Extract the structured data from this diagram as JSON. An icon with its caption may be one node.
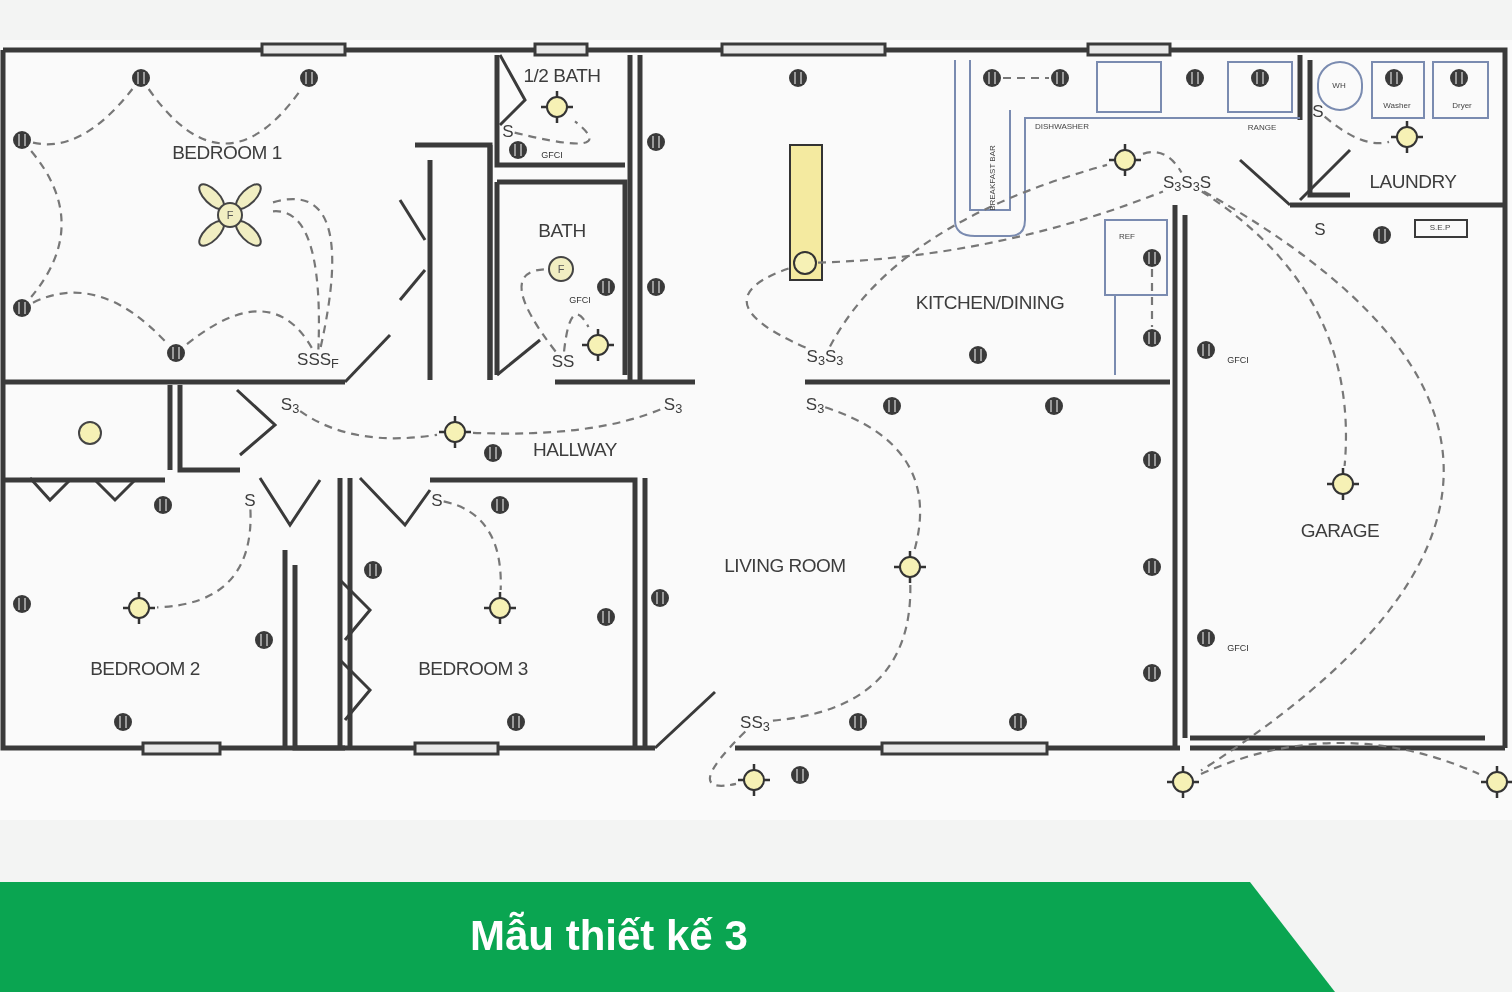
{
  "diagram": {
    "caption": "Mẫu thiết kế 3",
    "nodes": [
      {
        "text": [],
        "shape": "circle"
      },
      {
        "text": [],
        "shape": "circle"
      },
      {
        "text": [],
        "shape": "circle"
      },
      {
        "text": [
          "S"
        ]
      },
      {
        "text": [],
        "shape": "circle"
      },
      {
        "text": [
          "F"
        ]
      },
      {
        "text": [
          "F"
        ]
      },
      {
        "text": [],
        "shape": "circle"
      },
      {
        "text": [],
        "shape": "circle"
      },
      {
        "text": [
          "SSS$_{F}$"
        ]
      },
      {
        "text": [],
        "shape": "circle"
      },
      {
        "text": [
          "SS"
        ]
      },
      {
        "text": [
          "S$_{3}$"
        ]
      },
      {
        "text": [],
        "shape": "circle"
      },
      {
        "text": [
          "S$_{3}$"
        ]
      },
      {
        "text": [
          "S"
        ]
      },
      {
        "text": [
          "S"
        ]
      },
      {
        "text": [],
        "shape": "circle"
      },
      {
        "text": [],
        "shape": "circle"
      },
      {
        "text": [],
        "shape": "circle"
      },
      {
        "text": [],
        "shape": "circle"
      },
      {
        "text": [],
        "shape": "circle"
      },
      {
        "text": [
          "S"
        ]
      },
      {
        "text": [],
        "shape": "circle"
      },
      {
        "text": [
          "S$_{3}$S$_{3}$S"
        ]
      },
      {
        "text": [],
        "shape": "circle"
      },
      {
        "text": [],
        "shape": "circle"
      },
      {
        "text": [],
        "shape": "circle"
      },
      {
        "text": [
          "S$_{3}$S$_{3}$"
        ]
      },
      {
        "text": [
          "S$_{3}$"
        ]
      },
      {
        "text": [],
        "shape": "circle"
      },
      {
        "text": [],
        "shape": "circle"
      },
      {
        "text": [
          "SS$_{3}$"
        ]
      },
      {
        "text": [],
        "shape": "circle"
      },
      {
        "text": [],
        "shape": "circle"
      },
      {
        "text": [],
        "shape": "circle"
      }
    ],
    "edges": [
      {
        "from": 4,
        "to": 0,
        "arrow": "none",
        "style": "dashed"
      },
      {
        "from": 0,
        "to": 1,
        "arrow": "none",
        "style": "dashed"
      },
      {
        "from": 4,
        "to": 7,
        "arrow": "none",
        "style": "dashed"
      },
      {
        "from": 7,
        "to": 8,
        "arrow": "none",
        "style": "dashed"
      },
      {
        "from": 8,
        "to": 9,
        "arrow": "none",
        "style": "dashed"
      },
      {
        "from": 5,
        "to": 9,
        "arrow": "none",
        "style": "dashed"
      },
      {
        "from": 5,
        "to": 9,
        "arrow": "none",
        "style": "dashed"
      },
      {
        "from": 3,
        "to": 2,
        "arrow": "none",
        "style": "dashed"
      },
      {
        "from": 11,
        "to": 6,
        "arrow": "none",
        "style": "dashed"
      },
      {
        "from": 11,
        "to": 10,
        "arrow": "none",
        "style": "dashed"
      },
      {
        "from": 12,
        "to": 13,
        "arrow": "none",
        "style": "dashed"
      },
      {
        "from": 13,
        "to": 14,
        "arrow": "none",
        "style": "dashed"
      },
      {
        "from": 15,
        "to": 17,
        "arrow": "none",
        "style": "dashed"
      },
      {
        "from": 16,
        "to": 18,
        "arrow": "none",
        "style": "dashed"
      },
      {
        "from": 19,
        "to": 20,
        "arrow": "none",
        "style": "dashed"
      },
      {
        "from": 22,
        "to": 21,
        "arrow": "none",
        "style": "dashed"
      },
      {
        "from": 28,
        "to": 25,
        "arrow": "none",
        "style": "dashed"
      },
      {
        "from": 28,
        "to": 23,
        "arrow": "none",
        "style": "dashed"
      },
      {
        "from": 25,
        "to": 24,
        "arrow": "none",
        "style": "dashed"
      },
      {
        "from": 23,
        "to": 24,
        "arrow": "none",
        "style": "dashed"
      },
      {
        "from": 26,
        "to": 27,
        "arrow": "none",
        "style": "dashed"
      },
      {
        "from": 29,
        "to": 31,
        "arrow": "none",
        "style": "dashed"
      },
      {
        "from": 31,
        "to": 32,
        "arrow": "none",
        "style": "dashed"
      },
      {
        "from": 32,
        "to": 33,
        "arrow": "none",
        "style": "dashed"
      },
      {
        "from": 24,
        "to": 30,
        "arrow": "none",
        "style": "dashed"
      },
      {
        "from": 24,
        "to": 34,
        "arrow": "none",
        "style": "dashed"
      },
      {
        "from": 34,
        "to": 35,
        "arrow": "none",
        "style": "dashed"
      }
    ],
    "labels": [
      "1/2 BATH",
      "BEDROOM 1",
      "BATH",
      "KITCHEN/DINING",
      "LAUNDRY",
      "HALLWAY",
      "LIVING ROOM",
      "GARAGE",
      "BEDROOM 2",
      "BEDROOM 3",
      "DISHWASHER",
      "RANGE",
      "BREAKFAST BAR",
      "REF",
      "WH",
      "Washer",
      "Dryer",
      "S.E.P",
      "GFCI",
      "GFCI",
      "GFCI",
      "GFCI",
      "S"
    ]
  }
}
